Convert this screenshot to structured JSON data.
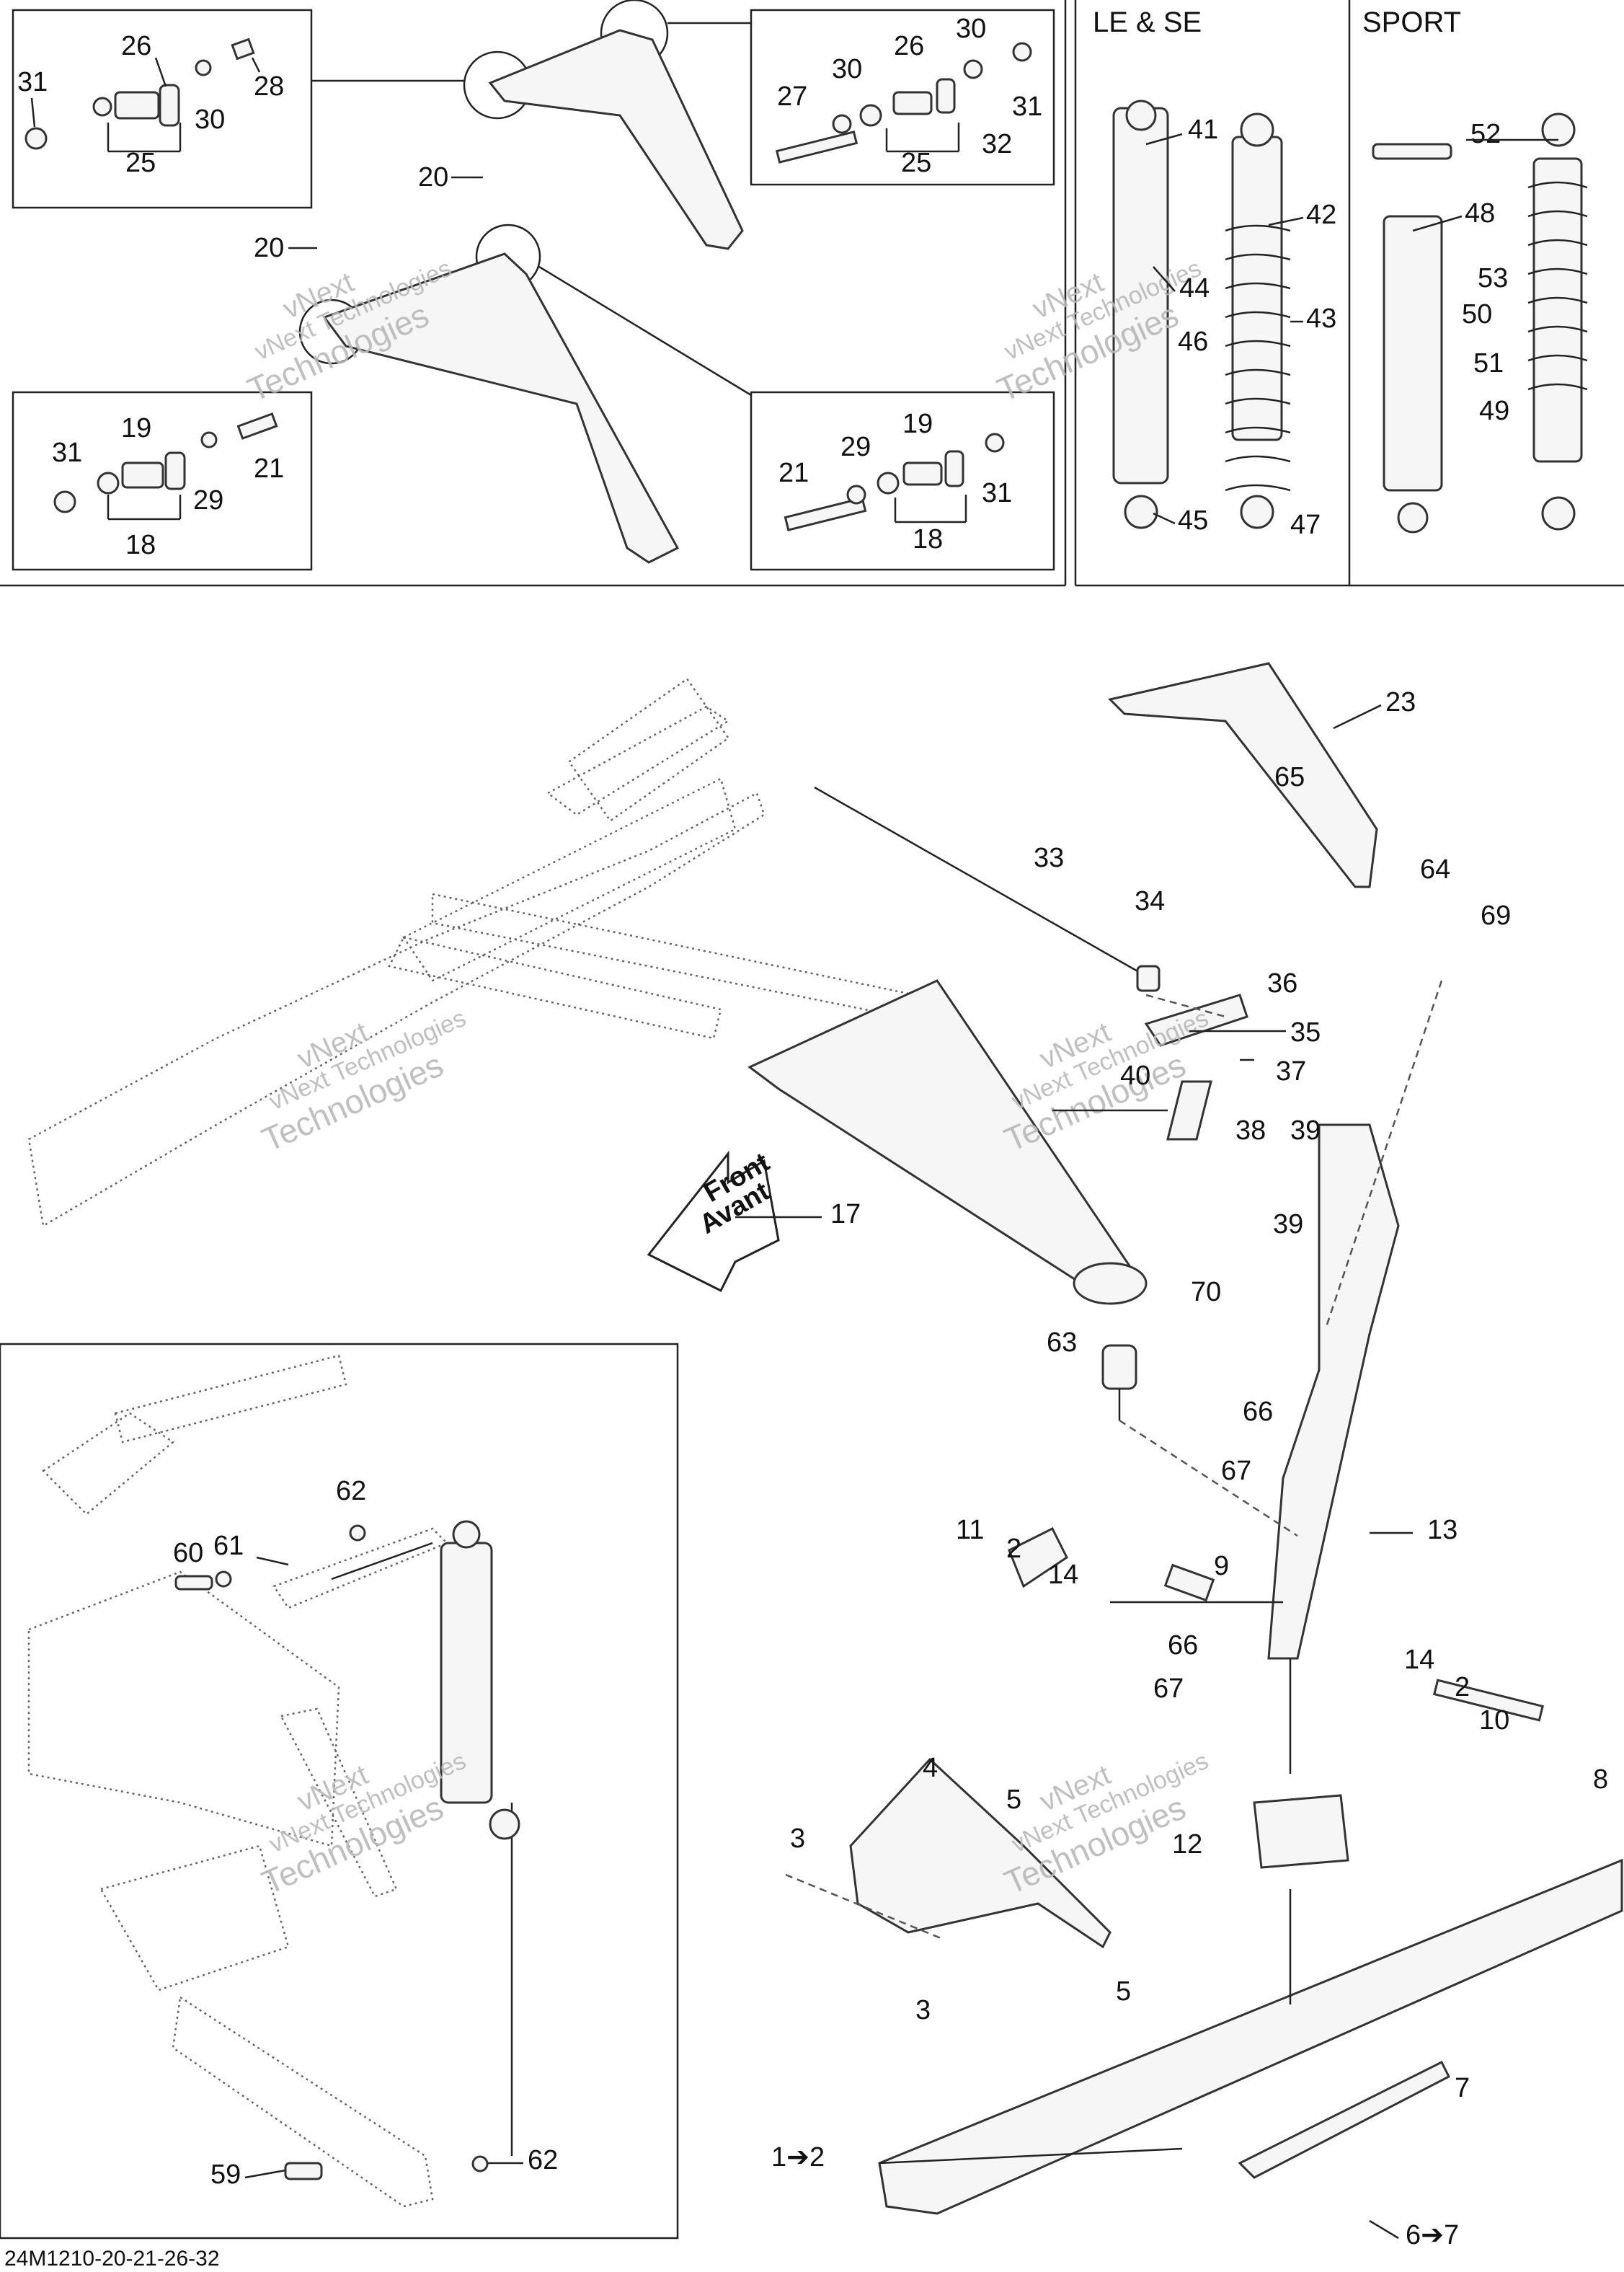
{
  "panel_headers": {
    "le_se": "LE & SE",
    "sport": "SPORT"
  },
  "arrow_text": {
    "line1": "Front",
    "line2": "Avant"
  },
  "footer_code": "24M1210-20-21-26-32",
  "watermark": {
    "line1": "vNext",
    "line2": "vNext Technologies",
    "line3": "Technologies"
  },
  "callouts": {
    "c26a": "26",
    "c31a": "31",
    "c28": "28",
    "c30a": "30",
    "c25a": "25",
    "c20a": "20",
    "c20b": "20",
    "c30b": "30",
    "c26b": "26",
    "c30c": "30",
    "c27": "27",
    "c31b": "31",
    "c32": "32",
    "c25b": "25",
    "c31c": "31",
    "c19a": "19",
    "c21a": "21",
    "c29a": "29",
    "c18a": "18",
    "c29b": "29",
    "c19b": "19",
    "c21b": "21",
    "c31d": "31",
    "c18b": "18",
    "c41": "41",
    "c42": "42",
    "c44": "44",
    "c43": "43",
    "c46": "46",
    "c45": "45",
    "c47": "47",
    "c52": "52",
    "c48": "48",
    "c53": "53",
    "c50": "50",
    "c51": "51",
    "c49": "49",
    "c23": "23",
    "c65": "65",
    "c64": "64",
    "c69": "69",
    "c33": "33",
    "c34": "34",
    "c36": "36",
    "c35": "35",
    "c40": "40",
    "c37": "37",
    "c38": "38",
    "c39a": "39",
    "c39b": "39",
    "c17": "17",
    "c70": "70",
    "c63": "63",
    "c66a": "66",
    "c67a": "67",
    "c13": "13",
    "c11": "11",
    "c2a": "2",
    "c9": "9",
    "c14a": "14",
    "c66b": "66",
    "c67b": "67",
    "c14b": "14",
    "c2b": "2",
    "c10": "10",
    "c8": "8",
    "c4": "4",
    "c5a": "5",
    "c12": "12",
    "c3a": "3",
    "c5b": "5",
    "c3b": "3",
    "c7": "7",
    "c1to2": "1➔2",
    "c6to7": "6➔7",
    "c62a": "62",
    "c60": "60",
    "c61": "61",
    "c59": "59",
    "c62b": "62"
  }
}
